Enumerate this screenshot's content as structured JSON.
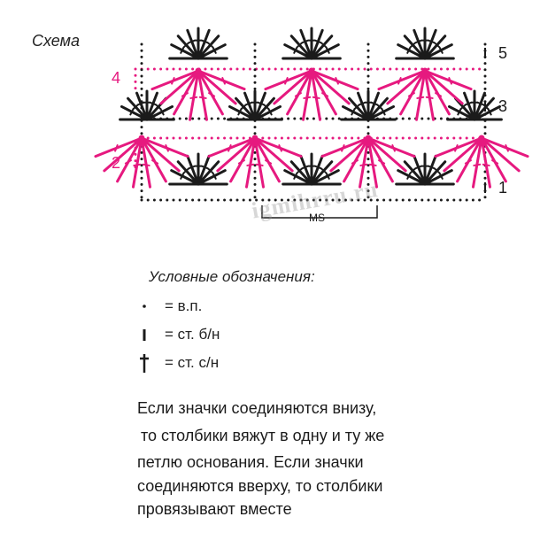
{
  "title": "Схема",
  "row_numbers": {
    "left": [
      "4",
      "2"
    ],
    "right": [
      "5",
      "3",
      "1"
    ]
  },
  "repeat_label": "MS",
  "watermark": "igmihrru.ru",
  "legend": {
    "title": "Условные обозначения:",
    "items": [
      {
        "symbol": "chain-dot",
        "text": "= в.п."
      },
      {
        "symbol": "single-crochet-bar",
        "text": "= ст. б/н"
      },
      {
        "symbol": "double-crochet-cross",
        "text": "= ст. с/н"
      }
    ]
  },
  "note_lines": [
    "Если значки соединяются внизу,",
    "то столбики вяжут в одну  и ту же",
    "петлю основания. Если значки",
    "соединяются вверху, то столбики",
    "провязывают вместе"
  ],
  "colors": {
    "pink": "#e6197f",
    "black": "#1b1b1b"
  }
}
